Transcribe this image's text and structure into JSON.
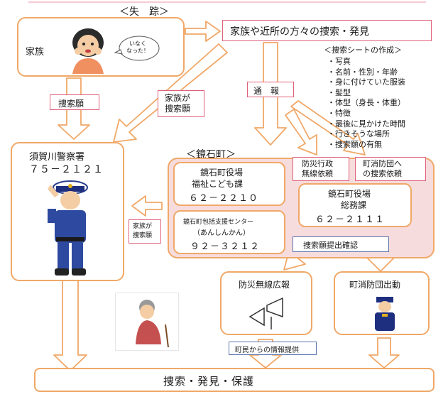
{
  "missing": {
    "title": "＜失　踪＞",
    "family_label": "家族",
    "speech": [
      "いなく",
      "なった！"
    ]
  },
  "family_search": {
    "label": "家族や近所の方々の捜索・発見"
  },
  "sheet": {
    "title": "＜捜索シートの作成＞",
    "items": [
      "・写真",
      "・名前・性別・年齢",
      "・身に付けていた服装",
      "・髪型",
      "・体型（身長・体重）",
      "・特徴",
      "・最後に見かけた時間",
      "・行きそうな場所",
      "・捜索願の有無"
    ]
  },
  "labels": {
    "search_request": "捜索願",
    "family_request": [
      "家族が",
      "捜索願"
    ],
    "report": "通　報",
    "family_request_small": [
      "家族が",
      "捜索願"
    ],
    "confirm": "捜索願提出確認",
    "info": "町民からの情報提供"
  },
  "police": {
    "name": "須賀川警察署",
    "phone": "７５－２１２１"
  },
  "town": {
    "title": "＜鏡石町＞",
    "welfare": {
      "name": "鏡石町役場",
      "dept": "福祉こども課",
      "phone": "６２－２２１０"
    },
    "center": {
      "name": "鏡石町包括支援センター",
      "nickname": "（あんしんかん）",
      "phone": "９２－３２１２"
    },
    "general": {
      "name": "鏡石町役場",
      "dept": "総務課",
      "phone": "６２－２１１１"
    },
    "req_radio": [
      "防災行政",
      "無線依頼"
    ],
    "req_fire": [
      "町消防団へ",
      "の捜索依頼"
    ]
  },
  "broadcast": {
    "label": "防災無線広報"
  },
  "fire_dispatch": {
    "label": "町消防団出動"
  },
  "result": {
    "label": "捜索・発見・保護"
  },
  "colors": {
    "orange": "#f0a868",
    "red": "#e0607a",
    "pink": "#f6dcdc"
  }
}
